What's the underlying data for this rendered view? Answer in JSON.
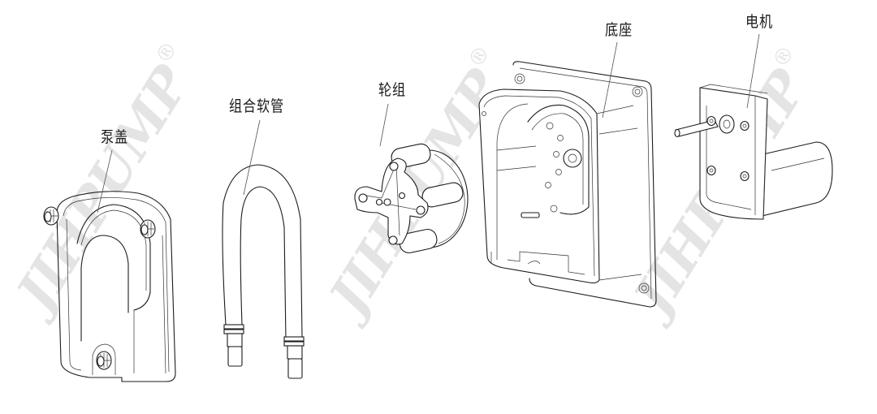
{
  "diagram": {
    "type": "exploded-assembly",
    "subject": "peristaltic pump",
    "watermark": {
      "text": "JIHPUMP",
      "symbol": "®",
      "color": "#e4e4e4",
      "count": 3
    },
    "line_color": "#1c1c1c",
    "background": "#ffffff",
    "parts": [
      {
        "id": "pump-cover",
        "label": "泵盖"
      },
      {
        "id": "tube-assembly",
        "label": "组合软管"
      },
      {
        "id": "roller-assembly",
        "label": "轮组"
      },
      {
        "id": "base",
        "label": "底座"
      },
      {
        "id": "motor",
        "label": "电机"
      }
    ]
  }
}
